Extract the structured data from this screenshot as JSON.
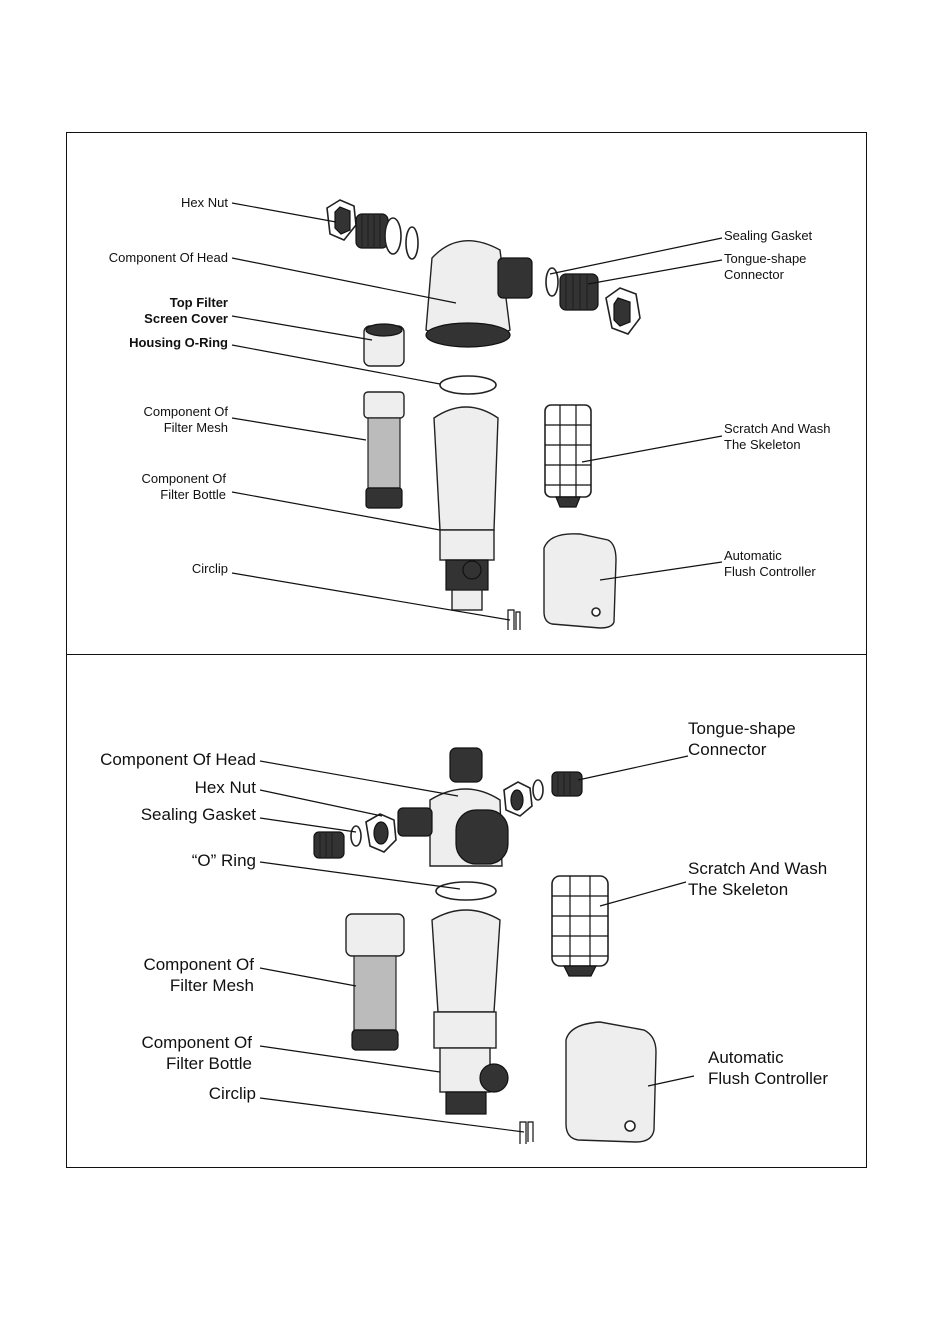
{
  "top_diagram": {
    "labels": {
      "hex_nut": "Hex Nut",
      "component_of_head": "Component Of Head",
      "top_filter_screen_cover": "Top Filter\nScreen Cover",
      "housing_o_ring": "Housing O-Ring",
      "component_of_filter_mesh": "Component Of\nFilter Mesh",
      "component_of_filter_bottle": "Component Of\nFilter Bottle",
      "circlip": "Circlip",
      "sealing_gasket": "Sealing Gasket",
      "tongue_shape_connector": "Tongue-shape\nConnector",
      "scratch_and_wash": "Scratch And Wash\nThe Skeleton",
      "automatic_flush_controller": "Automatic\nFlush Controller"
    }
  },
  "bottom_diagram": {
    "labels": {
      "component_of_head": "Component Of Head",
      "hex_nut": "Hex Nut",
      "sealing_gasket": "Sealing Gasket",
      "o_ring": "“O” Ring",
      "component_of_filter_mesh": "Component Of\nFilter Mesh",
      "component_of_filter_bottle": "Component Of\nFilter Bottle",
      "circlip": "Circlip",
      "tongue_shape_connector": "Tongue-shape\nConnector",
      "scratch_and_wash": "Scratch And Wash\nThe Skeleton",
      "automatic_flush_controller": "Automatic\nFlush Controller"
    }
  }
}
